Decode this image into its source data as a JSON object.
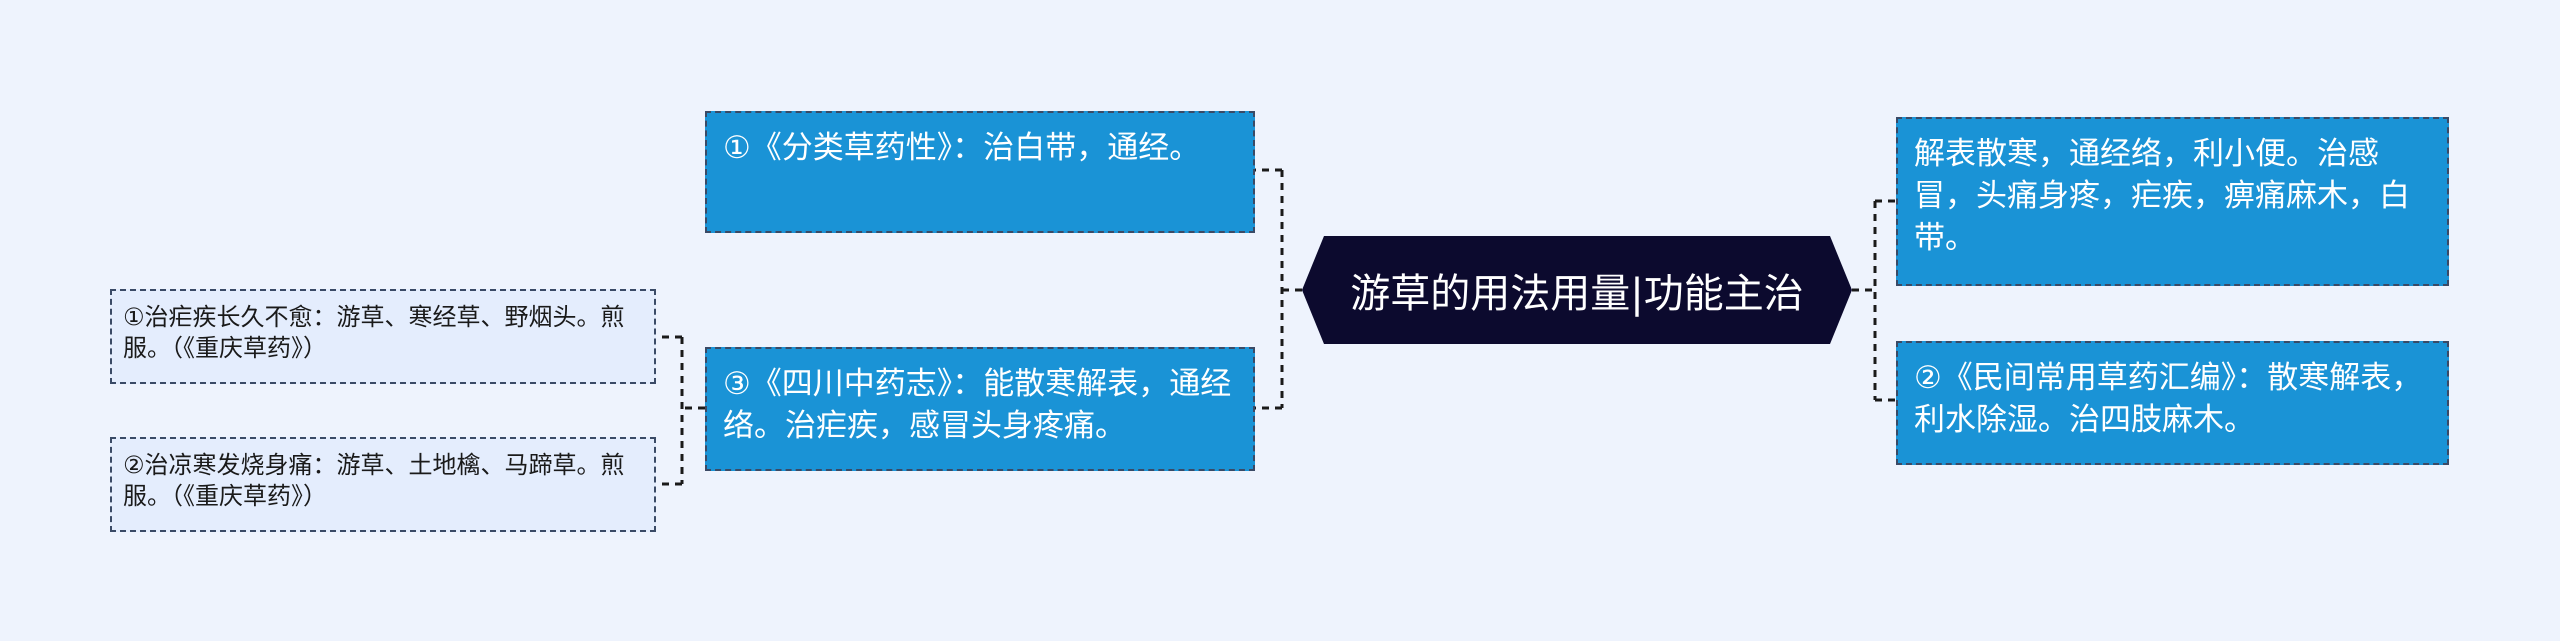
{
  "root": {
    "label": "游草的用法用量|功能主治",
    "fill": "#0c0a2e"
  },
  "left_nodes": [
    {
      "text": "①《分类草药性》：治白带，通经。"
    },
    {
      "text": "③《四川中药志》：能散寒解表，通经络。治疟疾，感冒头身疼痛。"
    }
  ],
  "left_children": [
    {
      "text": "①治疟疾长久不愈：游草、寒经草、野烟头。煎服。（《重庆草药》）"
    },
    {
      "text": "②治凉寒发烧身痛：游草、土地檎、马蹄草。煎服。（《重庆草药》）"
    }
  ],
  "right_nodes": [
    {
      "text": "解表散寒，通经络，利小便。治感冒，头痛身疼，疟疾，痹痛麻木，白带。"
    },
    {
      "text": "②《民间常用草药汇编》：散寒解表，利水除湿。治四肢麻木。"
    }
  ],
  "colors": {
    "background": "#eef3fd",
    "node_blue": "#1a93d6",
    "node_light": "#e4edfd",
    "connector": "#1a1a1a"
  }
}
